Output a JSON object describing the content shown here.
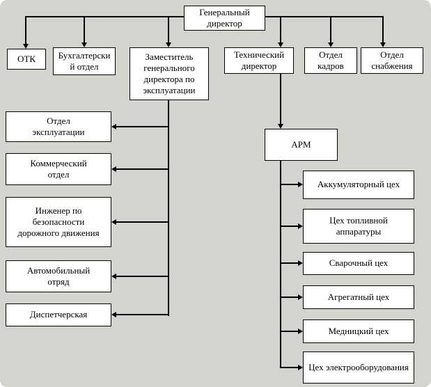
{
  "colors": {
    "page-bg": "#d5d3ce",
    "node-bg": "#ffffff",
    "node-border": "#000000",
    "line": "#000000"
  },
  "nodes": {
    "root": {
      "label": "Генеральный директор"
    },
    "otk": {
      "label": "ОТК"
    },
    "accounting": {
      "label": "Бухгалтерский отдел"
    },
    "deputy": {
      "label": "Заместитель генерального директора по эксплуатации"
    },
    "technical": {
      "label": "Технический директор"
    },
    "hr": {
      "label": "Отдел кадров"
    },
    "supply": {
      "label": "Отдел снабжения"
    },
    "arm": {
      "label": "АРМ"
    }
  },
  "deputy_departments": [
    {
      "label": "Отдел эксплуатации"
    },
    {
      "label": "Коммерческий отдел"
    },
    {
      "label": "Инженер по безопасности дорожного движения"
    },
    {
      "label": "Автомобильный отряд"
    },
    {
      "label": "Диспетчерская"
    }
  ],
  "technical_departments": [
    {
      "label": "Аккумуляторный цех"
    },
    {
      "label": "Цех топливной аппаратуры"
    },
    {
      "label": "Сварочный цех"
    },
    {
      "label": "Агрегатный цех"
    },
    {
      "label": "Медницкий цех"
    },
    {
      "label": "Цех электрооборудования"
    }
  ]
}
